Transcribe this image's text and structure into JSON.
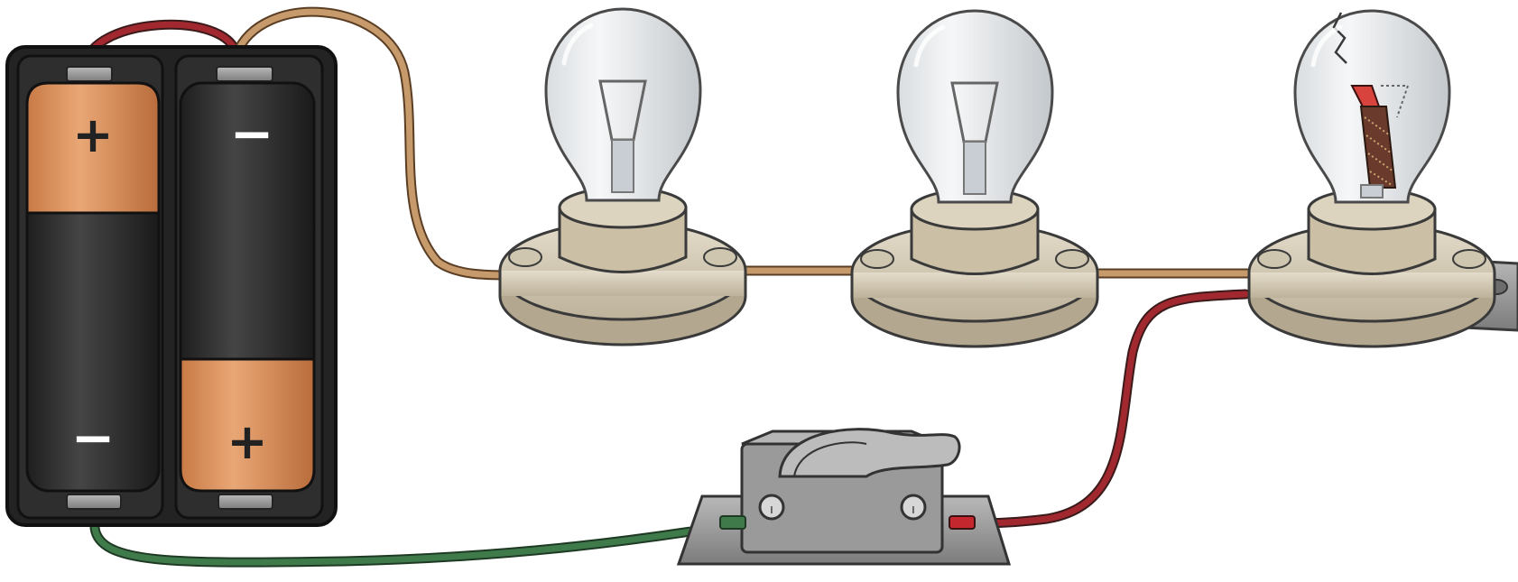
{
  "battery_pack": {
    "cells": [
      {
        "top_sign": "+",
        "bottom_sign": "−"
      },
      {
        "top_sign": "−",
        "bottom_sign": "+"
      }
    ]
  },
  "bulbs": [
    {
      "state": "intact"
    },
    {
      "state": "intact"
    },
    {
      "state": "broken-filament"
    }
  ],
  "switch": {
    "state": "closed"
  },
  "colors": {
    "wire_tan": "#c79a6c",
    "wire_red": "#a0282e",
    "wire_green": "#3f7a4a",
    "battery_copper": "#d98b55",
    "battery_black": "#2b2b2b",
    "holder": "#232323",
    "socket": "#d6cdb8",
    "switch_base": "#8f8f8f"
  }
}
